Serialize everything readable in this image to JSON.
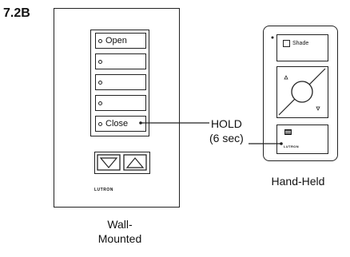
{
  "figure_number": "7.2B",
  "wall_keypad": {
    "buttons": [
      {
        "label": "Open"
      },
      {
        "label": ""
      },
      {
        "label": ""
      },
      {
        "label": ""
      },
      {
        "label": "Close"
      }
    ],
    "raise_lower_icons": [
      "lower-arrow-icon",
      "raise-arrow-icon"
    ],
    "logo_text": "LUTRON",
    "caption_line1": "Wall-",
    "caption_line2": "Mounted"
  },
  "callout": {
    "line1": "HOLD",
    "line2": "(6 sec)"
  },
  "handheld": {
    "shade_label": "Shade",
    "logo_text": "LUTRON",
    "caption": "Hand-Held"
  }
}
